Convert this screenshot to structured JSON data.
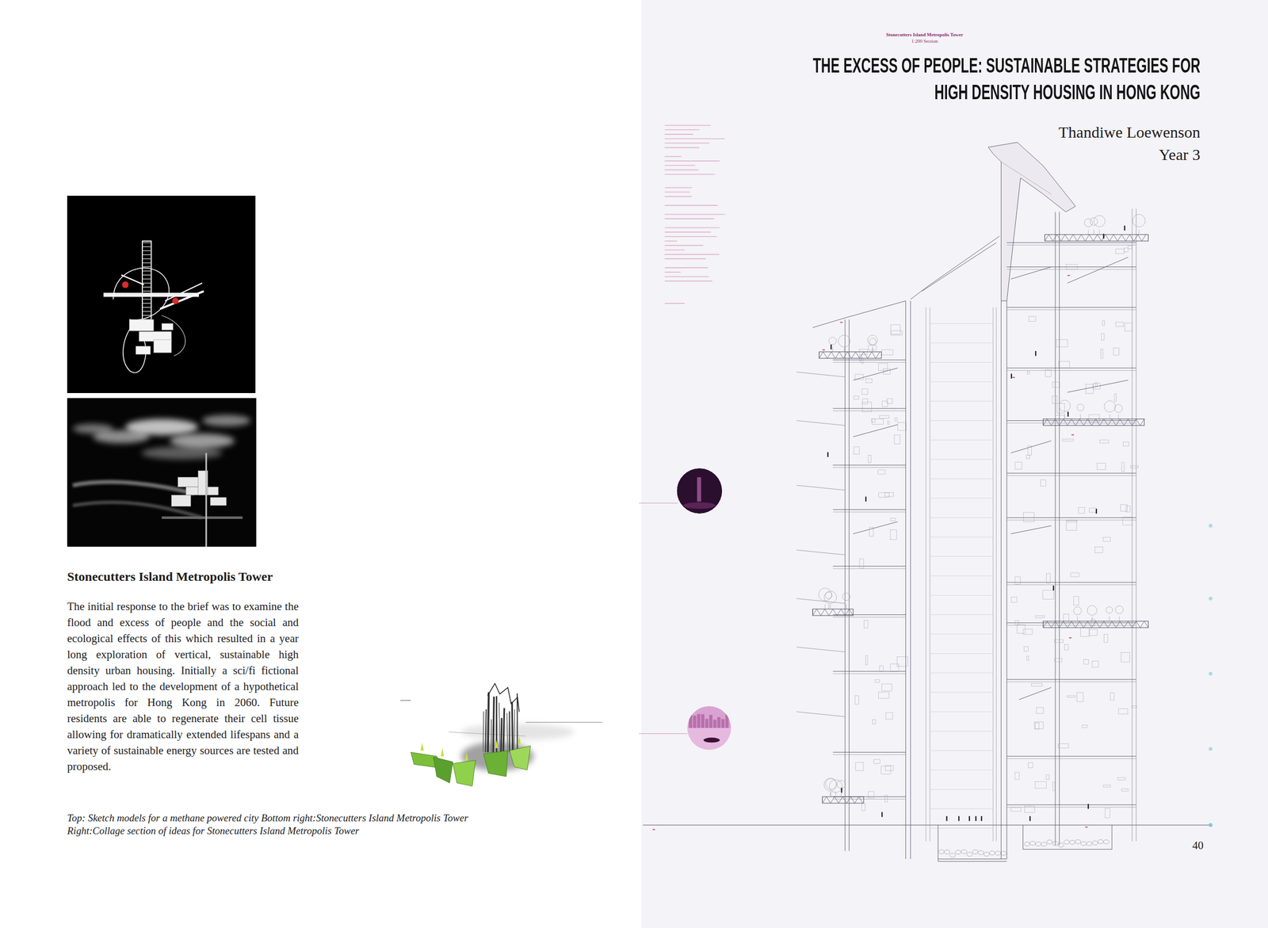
{
  "diagram": {
    "title": "THE EXCESS OF PEOPLE: SUSTAINABLE STRATEGIES FOR HIGH DENSITY HOUSING IN HONG KONG",
    "caption": "Top: Sketch models for a methane powered city Bottom right:Stonecutters Island Metropolis Tower Right:Collage section of ideas for Stonecutters Island Metropolis Tower",
    "labels": [
      "Thandiwe Loewenson",
      "Year 3",
      "Stonecutters Island Metropolis Tower",
      "The initial response to the brief was to examine the flood and excess of people and the social and ecological effects of this which resulted in a year long exploration of vertical, sustainable high density urban housing. Initially a sci/fi fictional approach led to the development of a hypothetical metropolis for Hong Kong in 2060. Future residents are able to regenerate their cell tissue allowing for dramatically extended lifespans and a variety of sustainable energy sources are tested and proposed.",
      "Stonecutters Island Metropolis Tower",
      "1:200 Section",
      "40"
    ]
  }
}
